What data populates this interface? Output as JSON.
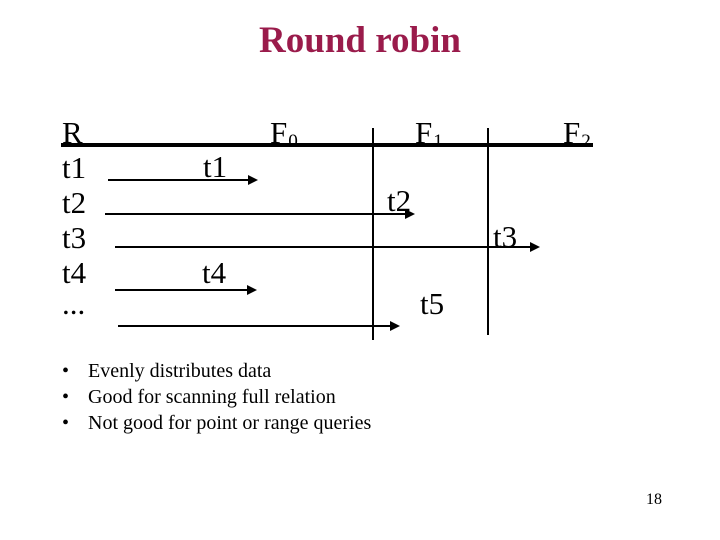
{
  "slide": {
    "title": "Round robin",
    "title_color": "#9a1b4b",
    "background_color": "#ffffff",
    "text_color": "#000000",
    "page_number": "18"
  },
  "diagram": {
    "relation_label": "R",
    "fragments": [
      {
        "base": "F",
        "sub": "0"
      },
      {
        "base": "F",
        "sub": "1"
      },
      {
        "base": "F",
        "sub": "2"
      }
    ],
    "rows": [
      "t1",
      "t2",
      "t3",
      "t4",
      "..."
    ],
    "arrows": [
      {
        "label": "t1",
        "target_fragment": "F0"
      },
      {
        "label": "t2",
        "target_fragment": "F1"
      },
      {
        "label": "t3",
        "target_fragment": "F2"
      },
      {
        "label": "t4",
        "target_fragment": "F0"
      },
      {
        "label": "t5",
        "target_fragment": "F1"
      }
    ]
  },
  "bullets": {
    "bullet_char": "•",
    "items": [
      "Evenly distributes data",
      "Good for scanning full relation",
      "Not good for point or range queries"
    ]
  }
}
